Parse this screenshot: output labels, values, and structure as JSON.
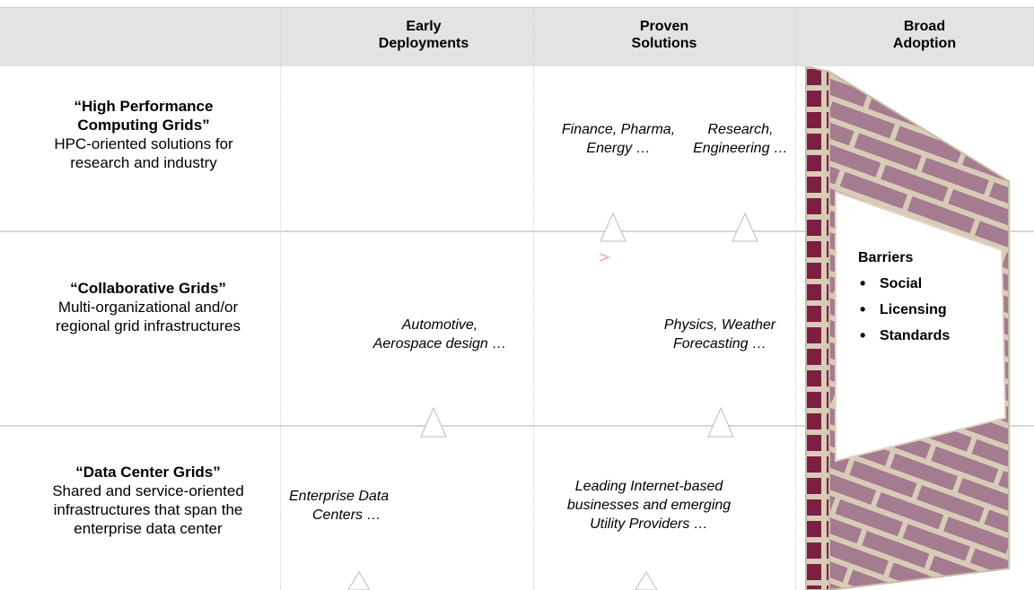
{
  "columns": [
    {
      "line1": "Early",
      "line2": "Deployments"
    },
    {
      "line1": "Proven",
      "line2": "Solutions"
    },
    {
      "line1": "Broad",
      "line2": "Adoption"
    }
  ],
  "rows": [
    {
      "title": "“High Performance Computing Grids”",
      "description": "HPC-oriented solutions for research and industry"
    },
    {
      "title": "“Collaborative Grids”",
      "description": "Multi-organizational and/or regional grid infrastructures"
    },
    {
      "title": "“Data Center Grids”",
      "description": "Shared and service-oriented infrastructures that span the enterprise data center"
    }
  ],
  "cells": {
    "hpc_proven_a": {
      "line1": "Finance, Pharma,",
      "line2": "Energy …"
    },
    "hpc_proven_b": {
      "line1": "Research,",
      "line2": "Engineering …"
    },
    "collab_early": {
      "line1": "Automotive,",
      "line2": "Aerospace design …"
    },
    "collab_proven": {
      "line1": "Physics, Weather",
      "line2": "Forecasting …"
    },
    "dc_early": {
      "line1": "Enterprise Data",
      "line2": "Centers …"
    },
    "dc_proven": {
      "line1": "Leading Internet-based",
      "line2": "businesses and emerging",
      "line3": "Utility Providers …"
    }
  },
  "barriers": {
    "title": "Barriers",
    "items": [
      "Social",
      "Licensing",
      "Standards"
    ]
  },
  "colors": {
    "header_band": "#e3e3e3",
    "brick": "#a47b8f",
    "brick_dark": "#7d1f42",
    "mortar": "#d8ccb8"
  }
}
